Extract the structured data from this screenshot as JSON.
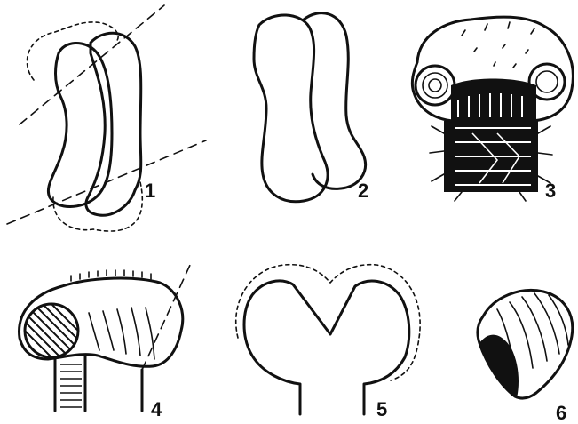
{
  "figure": {
    "panels": [
      {
        "id": "1",
        "label": "1"
      },
      {
        "id": "2",
        "label": "2"
      },
      {
        "id": "3",
        "label": "3"
      },
      {
        "id": "4",
        "label": "4"
      },
      {
        "id": "5",
        "label": "5"
      },
      {
        "id": "6",
        "label": "6"
      }
    ]
  },
  "colors": {
    "ink": "#111111",
    "paper": "#ffffff"
  }
}
